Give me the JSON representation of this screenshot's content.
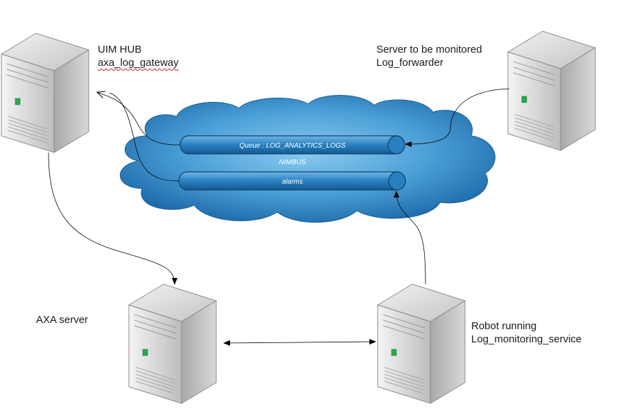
{
  "servers": {
    "hub": {
      "line1": "UIM HUB",
      "line2": "axa_log_gateway"
    },
    "monitored": {
      "line1": "Server to be monitored",
      "line2": "Log_forwarder"
    },
    "axa": {
      "line1": "AXA server"
    },
    "robot": {
      "line1": "Robot running",
      "line2": "Log_monitoring_service"
    }
  },
  "cloud": {
    "label": "NIMBUS",
    "queues": [
      {
        "label": "Queue : LOG_ANALYTICS_LOGS"
      },
      {
        "label": "alarms"
      }
    ]
  },
  "colors": {
    "cloud_dark": "#1f6fae",
    "cloud_light": "#7fbde6",
    "pipe": "#2b86c6",
    "server_body": "#c8c8c8",
    "status_led": "#2aa84a"
  },
  "icons": {
    "server": "server-tower-icon",
    "cloud": "network-cloud-icon"
  }
}
